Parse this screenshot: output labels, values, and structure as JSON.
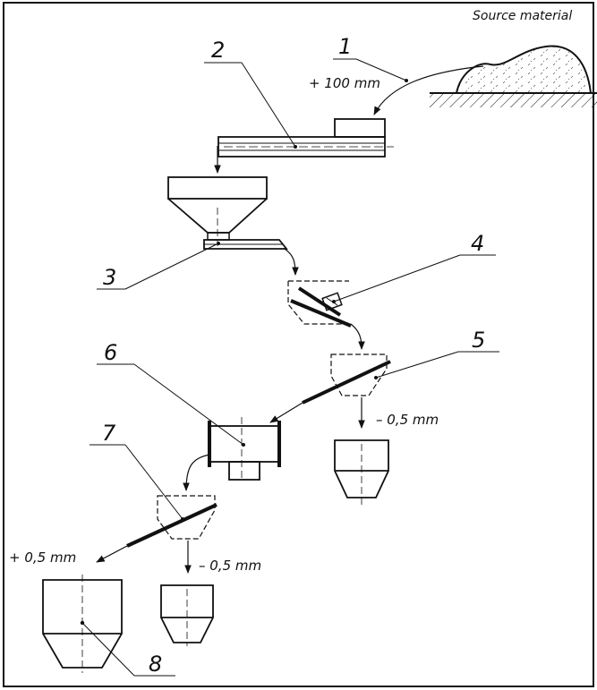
{
  "source_label": "Source material",
  "callouts": [
    {
      "id": "1",
      "text": "1"
    },
    {
      "id": "2",
      "text": "2"
    },
    {
      "id": "3",
      "text": "3"
    },
    {
      "id": "4",
      "text": "4"
    },
    {
      "id": "5",
      "text": "5"
    },
    {
      "id": "6",
      "text": "6"
    },
    {
      "id": "7",
      "text": "7"
    },
    {
      "id": "8",
      "text": "8"
    }
  ],
  "size_labels": {
    "feed": "+ 100 mm",
    "screen5_fines": "– 0,5 mm",
    "screen7_oversize": "+ 0,5 mm",
    "screen7_fines": "– 0,5 mm"
  }
}
